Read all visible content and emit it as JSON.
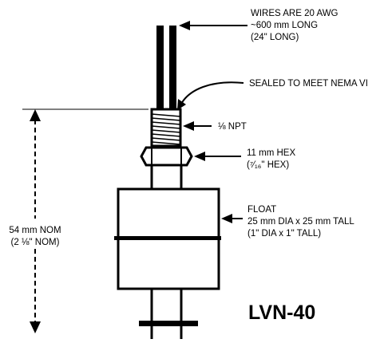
{
  "labels": {
    "wires_line1": "WIRES ARE 20 AWG",
    "wires_line2": "~600 mm LONG",
    "wires_line3": "(24\" LONG)",
    "sealed": "SEALED TO MEET NEMA VI",
    "npt": "⅛ NPT",
    "hex_line1": "11 mm HEX",
    "hex_line2": "(⁷⁄₁₆\" HEX)",
    "float_line1": "FLOAT",
    "float_line2": "25 mm DIA x 25 mm TALL",
    "float_line3": "(1\" DIA x 1\" TALL)",
    "nom_line1": "54 mm NOM",
    "nom_line2": "(2 ⅛\" NOM)"
  },
  "model": "LVN-40"
}
